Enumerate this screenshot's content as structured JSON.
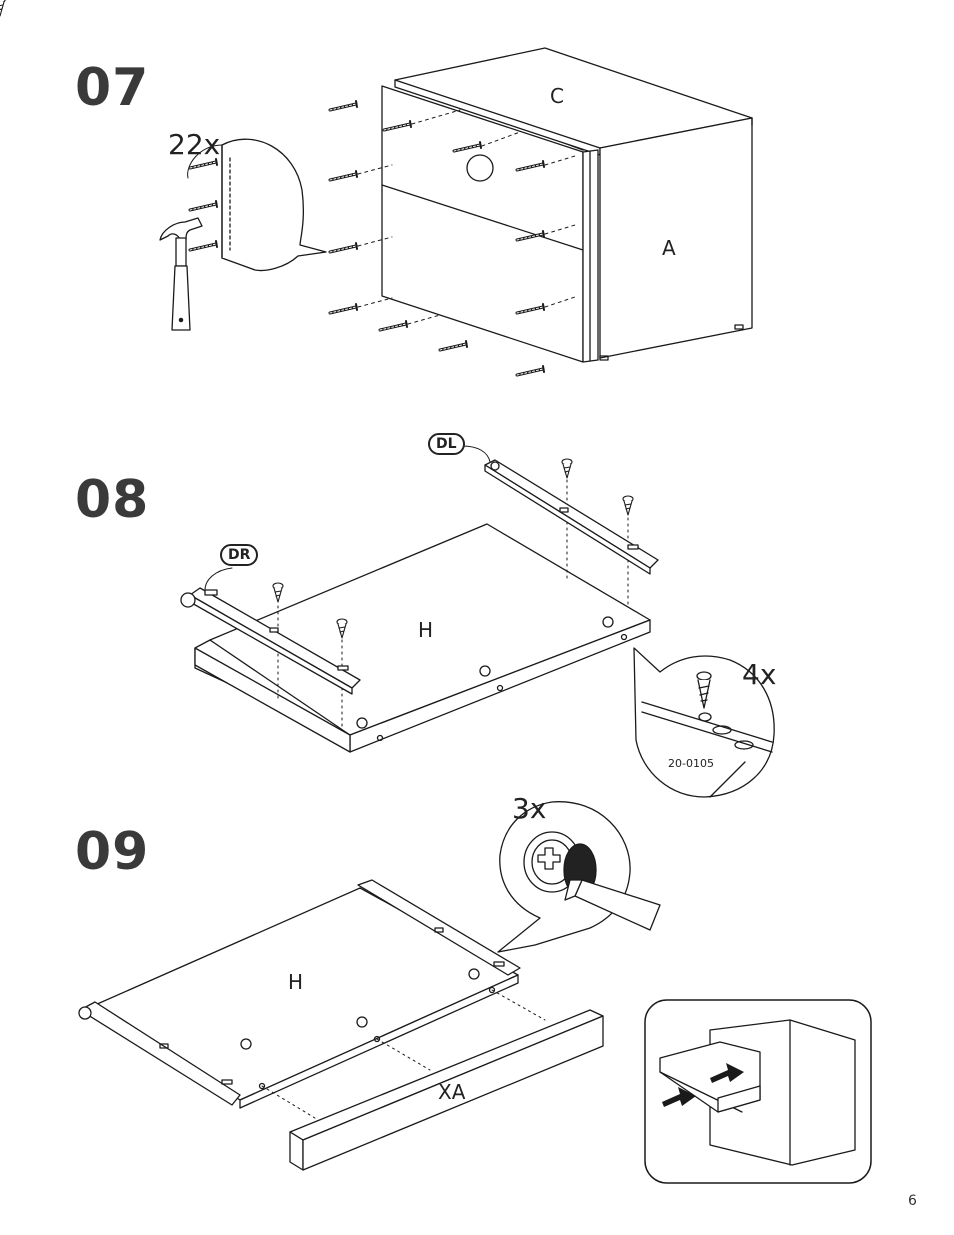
{
  "steps": {
    "s07": {
      "number": "07",
      "quantity": "22x",
      "part_top": "C",
      "part_side": "A"
    },
    "s08": {
      "number": "08",
      "tag_left": "DR",
      "tag_right": "DL",
      "part": "H",
      "quantity": "4x",
      "code": "20-0105"
    },
    "s09": {
      "number": "09",
      "quantity": "3x",
      "part_top": "H",
      "part_front": "XA"
    }
  },
  "page_number": "6",
  "icons": [
    "hammer-icon",
    "nail-icon",
    "screw-icon",
    "cam-lock-icon",
    "screwdriver-icon",
    "arrow-icon"
  ]
}
